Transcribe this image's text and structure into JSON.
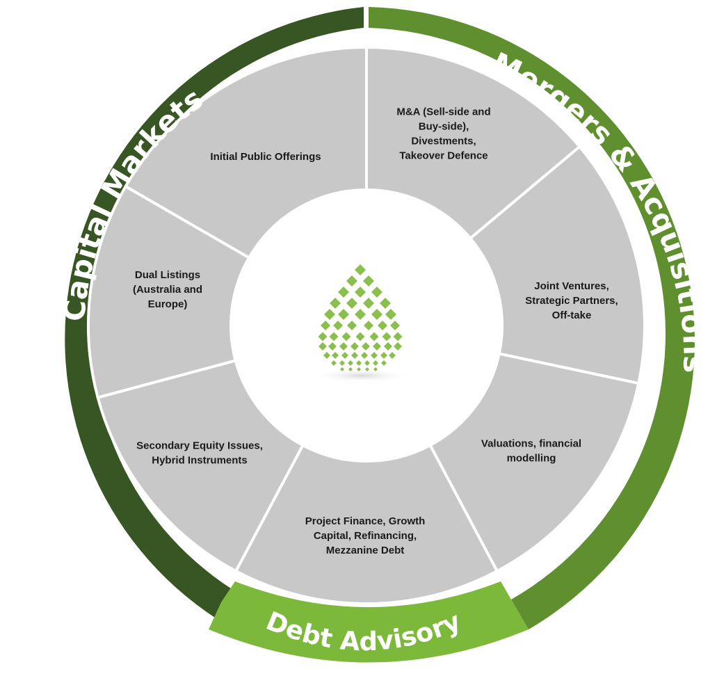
{
  "ring": {
    "capital_markets": {
      "label": "Capital Markets",
      "color": "#375623"
    },
    "mergers_acquisitions": {
      "label": "Mergers & Acquisitions",
      "color": "#5f8f2e"
    },
    "debt_advisory": {
      "label": "Debt Advisory",
      "color": "#7cb83a"
    }
  },
  "segments": [
    {
      "id": "ipo",
      "lines": [
        "Initial Public Offerings"
      ]
    },
    {
      "id": "ma",
      "lines": [
        "M&A (Sell-side and",
        "Buy-side),",
        "Divestments,",
        "Takeover Defence"
      ]
    },
    {
      "id": "jv",
      "lines": [
        "Joint Ventures,",
        "Strategic Partners,",
        "Off-take"
      ]
    },
    {
      "id": "valuations",
      "lines": [
        "Valuations, financial",
        "modelling"
      ]
    },
    {
      "id": "project-finance",
      "lines": [
        "Project Finance, Growth",
        "Capital, Refinancing,",
        "Mezzanine Debt"
      ]
    },
    {
      "id": "secondary-equity",
      "lines": [
        "Secondary Equity Issues,",
        "Hybrid Instruments"
      ]
    },
    {
      "id": "dual-listings",
      "lines": [
        "Dual Listings",
        "(Australia and",
        "Europe)"
      ]
    }
  ],
  "colors": {
    "segment_fill": "#c8c8c8",
    "divider": "#ffffff",
    "logo_green": "#8bbf4d",
    "text": "#1a1a1a"
  },
  "center": {
    "logo": "leaf-logo-icon"
  }
}
